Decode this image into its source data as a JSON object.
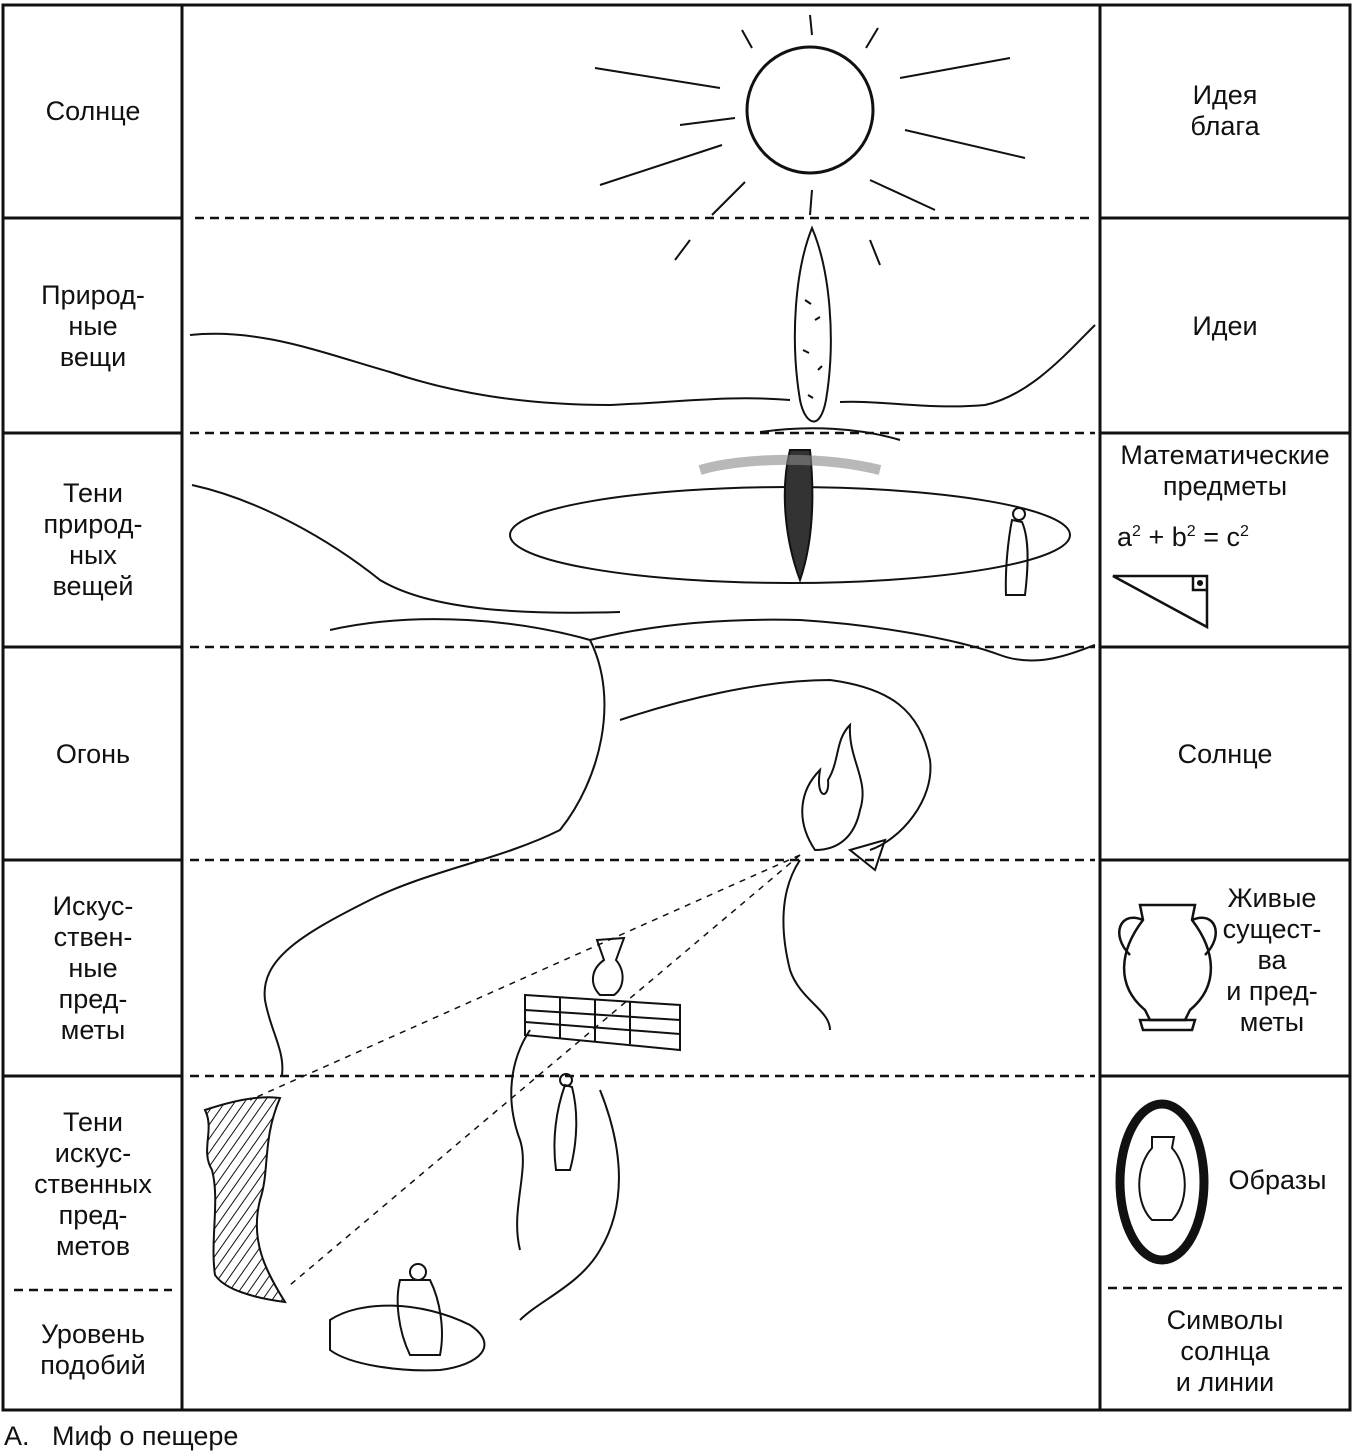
{
  "left_labels": [
    "Солнце",
    "Природ-\nные\nвещи",
    "Тени\nприрод-\nных\nвещей",
    "Огонь",
    "Искус-\nствен-\nные\nпред-\nметы",
    "Тени\nискус-\nственных\nпред-\nметов",
    "Уровень\nподобий"
  ],
  "right_labels": [
    "Идея\nблага",
    "Идеи",
    "Математические\nпредметы",
    "Солнце",
    "Живые\nсущест-\nва\nи пред-\nметы",
    "Образы",
    "Символы\nсолнца\nи линии"
  ],
  "formula": {
    "a": "a",
    "b": "b",
    "c": "c",
    "exp": "2",
    "plus": "+",
    "equals": "="
  },
  "caption": {
    "letter": "А.",
    "text": "Миф о пещере"
  },
  "colors": {
    "ink": "#111111",
    "paper": "#ffffff",
    "shade": "#9a9a9a"
  }
}
